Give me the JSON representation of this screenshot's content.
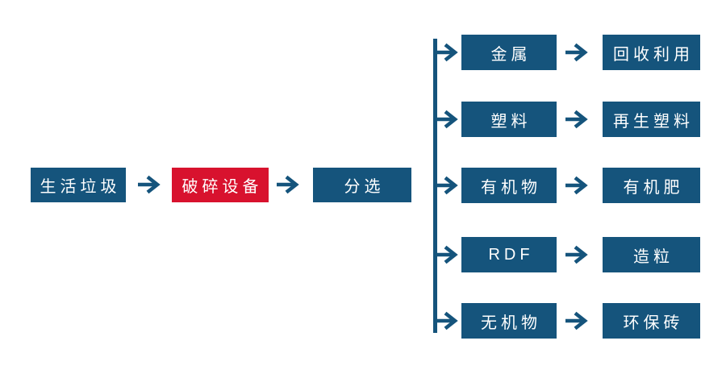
{
  "diagram": {
    "type": "flowchart",
    "colors": {
      "node_blue": "#15547C",
      "node_red": "#D8122E",
      "connector": "#15547C",
      "text": "#ffffff",
      "background": "#ffffff"
    },
    "main_flow": {
      "nodes": [
        {
          "label": "生活垃圾",
          "style": "blue"
        },
        {
          "label": "破碎设备",
          "style": "red"
        },
        {
          "label": "分选",
          "style": "blue"
        }
      ]
    },
    "branches": [
      {
        "source": "金属",
        "result": "回收利用"
      },
      {
        "source": "塑料",
        "result": "再生塑料"
      },
      {
        "source": "有机物",
        "result": "有机肥"
      },
      {
        "source": "RDF",
        "result": "造粒"
      },
      {
        "source": "无机物",
        "result": "环保砖"
      }
    ]
  }
}
